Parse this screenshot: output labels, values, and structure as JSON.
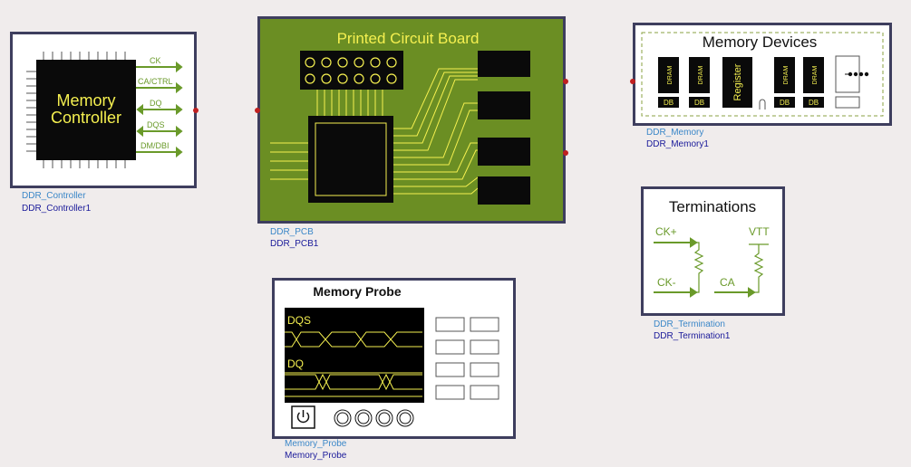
{
  "controller": {
    "title_line1": "Memory",
    "title_line2": "Controller",
    "signals": [
      "CK",
      "CA/CTRL",
      "DQ",
      "DQS",
      "DM/DBI"
    ],
    "type_label": "DDR_Controller",
    "instance_label": "DDR_Controller1"
  },
  "pcb": {
    "title": "Printed Circuit Board",
    "type_label": "DDR_PCB",
    "instance_label": "DDR_PCB1"
  },
  "memory": {
    "title": "Memory Devices",
    "dram_label": "DRAM",
    "db_label": "DB",
    "register_label": "Register",
    "type_label": "DDR_Memory",
    "instance_label": "DDR_Memory1"
  },
  "terminations": {
    "title": "Terminations",
    "ck_plus": "CK+",
    "ck_minus": "CK-",
    "vtt": "VTT",
    "ca": "CA",
    "type_label": "DDR_Termination",
    "instance_label": "DDR_Termination1"
  },
  "probe": {
    "title": "Memory Probe",
    "trace1": "DQS",
    "trace2": "DQ",
    "type_label": "Memory_Probe",
    "instance_label": "Memory_Probe"
  },
  "colors": {
    "background": "#f0ecec",
    "frame": "#3e3e5e",
    "pcb_green": "#6b8e23",
    "signal_green": "#6a9a2a",
    "trace_yellow": "#f5f050",
    "label_blue": "#3b87c8",
    "instance_blue": "#1a1a9a"
  }
}
